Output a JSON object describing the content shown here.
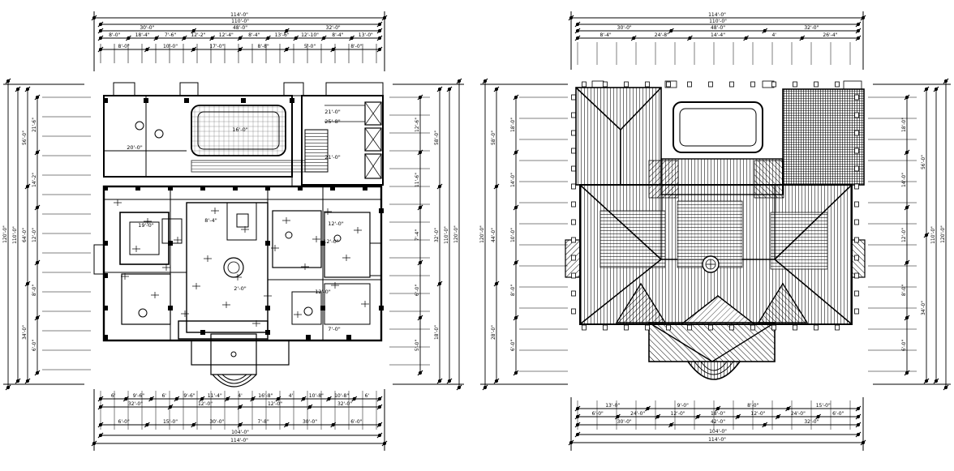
{
  "floor_plan": {
    "top_dims": {
      "overall_1": "114'-0\"",
      "overall_2": "110'-0\"",
      "seg_row": [
        "30'-0\"",
        "48'-0\"",
        "32'-0\""
      ],
      "detail_row": [
        "8'-0\"",
        "18'-4\"",
        "7'-6\"",
        "12'-2\"",
        "12'-4\"",
        "8'-4\"",
        "13'-6\"",
        "12'-10\"",
        "8'-4\"",
        "13'-0\""
      ],
      "sub_row": [
        "8'-0\"",
        "10'-0\"",
        "17'-0\"",
        "8'-8\"",
        "5'-0\"",
        "8'-0\""
      ]
    },
    "left_dims": [
      "120'-0\"",
      "110'-0\"",
      "56'-0\"",
      "64'-0\"",
      "34'-0\"",
      "21'-6\"",
      "14'-2\"",
      "12'-0\"",
      "8'-0\"",
      "6'-0\""
    ],
    "right_dims": [
      "120'-0\"",
      "110'-0\"",
      "58'-0\"",
      "32'-0\"",
      "18'-0\"",
      "12'-6\"",
      "11'-6\"",
      "7'-4\"",
      "6'-0\"",
      "5'-0\""
    ],
    "bottom_dims": {
      "detail_row": [
        "6'",
        "9'-6\"",
        "6'",
        "9'-6\"",
        "11'-4\"",
        "4'",
        "16'-8\"",
        "4'",
        "10'-8\"",
        "10'-8\"",
        "6'"
      ],
      "seg_row": [
        "32'-0\"",
        "12'-0\"",
        "12'-0\"",
        "32'-0\""
      ],
      "sub_row": [
        "6'-0\"",
        "15'-0\"",
        "30'-0\"",
        "7'-8\"",
        "30'-0\"",
        "6'-0\""
      ],
      "overall_2": "104'-0\"",
      "overall_1": "114'-0\""
    },
    "room_labels": [
      "16'-0\"",
      "21'-0\"",
      "25'-8\"",
      "21'-0\"",
      "20'-0\"",
      "19'-0\"",
      "12'-0\"",
      "12'-0\"",
      "12'-0\"",
      "8'-4\"",
      "2'-0\"",
      "7'-0\""
    ]
  },
  "roof_plan": {
    "top_dims": {
      "overall_1": "114'-0\"",
      "overall_2": "110'-0\"",
      "seg_row": [
        "30'-0\"",
        "48'-0\"",
        "32'-0\""
      ],
      "detail_row": [
        "8'-4\"",
        "24'-8\"",
        "14'-4\"",
        "4'",
        "26'-4\""
      ]
    },
    "left_dims": [
      "120'-0\"",
      "58'-0\"",
      "44'-0\"",
      "28'-0\"",
      "18'-0\"",
      "14'-0\"",
      "10'-0\"",
      "8'-0\"",
      "6'-0\""
    ],
    "right_dims": [
      "120'-0\"",
      "110'-0\"",
      "56'-0\"",
      "34'-0\"",
      "18'-0\"",
      "14'-0\"",
      "12'-0\"",
      "8'-0\"",
      "6'-0\""
    ],
    "bottom_dims": {
      "detail_row": [
        "13'-0\"",
        "9'-0\"",
        "8'-0\"",
        "15'-0\""
      ],
      "seg_row": [
        "6'-0\"",
        "24'-0\"",
        "12'-0\"",
        "18'-0\"",
        "12'-0\"",
        "24'-0\"",
        "6'-0\""
      ],
      "sub_row": [
        "30'-0\"",
        "42'-0\"",
        "32'-0\""
      ],
      "overall_2": "104'-0\"",
      "overall_1": "114'-0\""
    }
  }
}
